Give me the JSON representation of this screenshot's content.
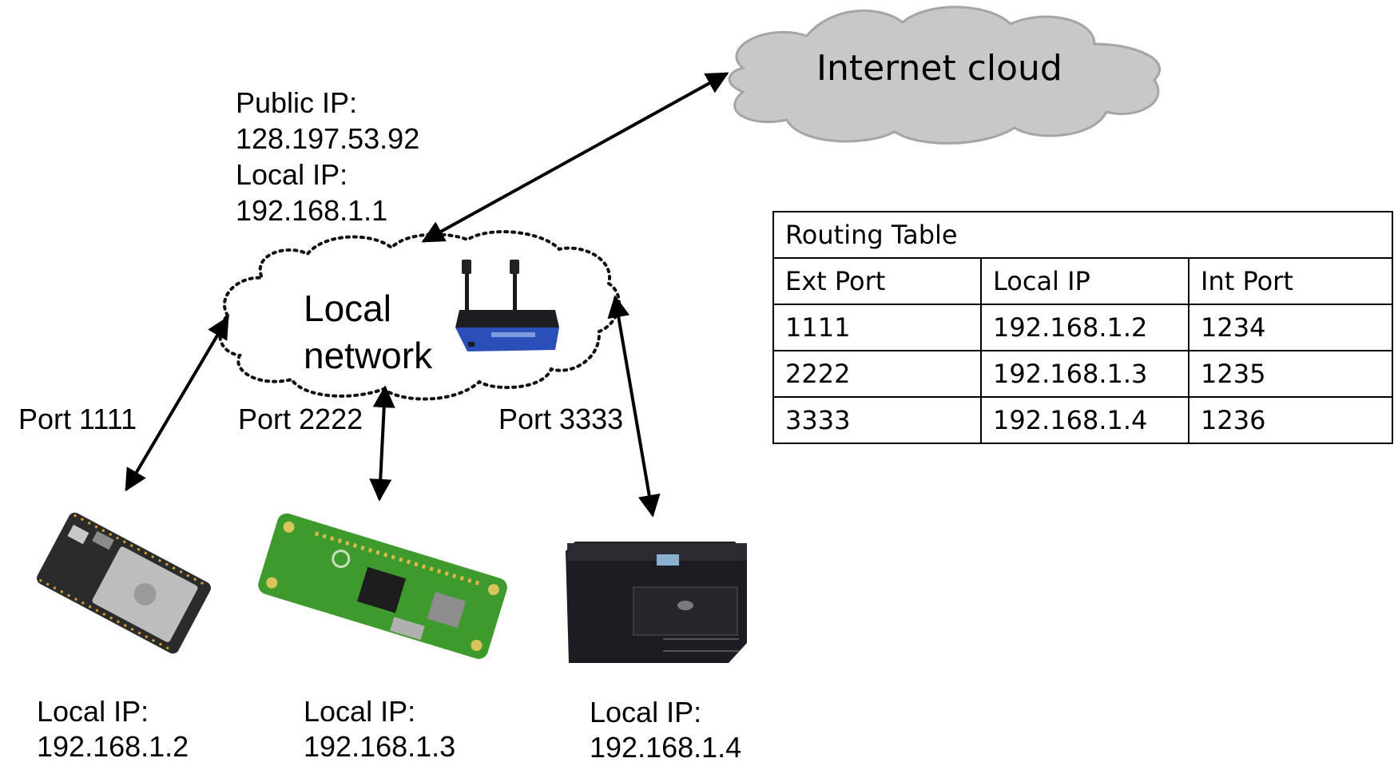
{
  "internet_cloud": {
    "label": "Internet cloud"
  },
  "router": {
    "public_ip_label": "Public IP:",
    "public_ip": "128.197.53.92",
    "local_ip_label": "Local IP:",
    "local_ip": "192.168.1.1"
  },
  "local_network": {
    "line1": "Local",
    "line2": "network"
  },
  "ports": [
    "Port 1111",
    "Port 2222",
    "Port 3333"
  ],
  "devices": [
    {
      "name": "esp32-board",
      "ip_label": "Local IP:",
      "ip": "192.168.1.2"
    },
    {
      "name": "raspberry-pi-zero",
      "ip_label": "Local IP:",
      "ip": "192.168.1.3"
    },
    {
      "name": "printer",
      "ip_label": "Local IP:",
      "ip": "192.168.1.4"
    }
  ],
  "routing_table": {
    "title": "Routing Table",
    "headers": [
      "Ext Port",
      "Local IP",
      "Int Port"
    ],
    "rows": [
      [
        "1111",
        "192.168.1.2",
        "1234"
      ],
      [
        "2222",
        "192.168.1.3",
        "1235"
      ],
      [
        "3333",
        "192.168.1.4",
        "1236"
      ]
    ]
  },
  "colors": {
    "internet_cloud_fill": "#c8c8c8",
    "internet_cloud_stroke": "#a5a5a5",
    "router_blue": "#2a4fb8",
    "pcb_green": "#3f9a2e",
    "printer_body": "#1c1d22"
  }
}
